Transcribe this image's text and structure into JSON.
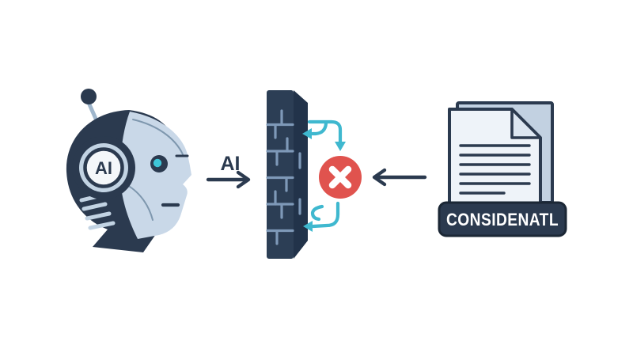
{
  "labels": {
    "head_badge": "AI",
    "flow_label": "AI",
    "document_badge": "CONSIDENATL"
  },
  "icons": {
    "robot": "robot-head-profile-icon",
    "firewall": "brick-wall-icon",
    "blocked": "x-circle-icon",
    "documents": "document-stack-icon",
    "bounce": "curved-return-arrows"
  },
  "colors": {
    "bg": "#FFFFFF",
    "navy": "#2B3A4F",
    "wallFront": "#2C3E55",
    "wallSide": "#22334A",
    "mortar": "#7E99B8",
    "face": "#C9D8E8",
    "pad": "#C2D3E3",
    "badgeWhite": "#F4F7FA",
    "eye": "#3EC6D8",
    "seam": "#7E97AE",
    "stem": "#9FB6CC",
    "teal": "#3FB8CF",
    "red": "#E0534E",
    "white": "#FFFFFF",
    "docFront": "#EEF3F9",
    "docBack": "#C2D1E1",
    "fold": "#DCE6F1",
    "badgeBorder": "#1B2735"
  }
}
